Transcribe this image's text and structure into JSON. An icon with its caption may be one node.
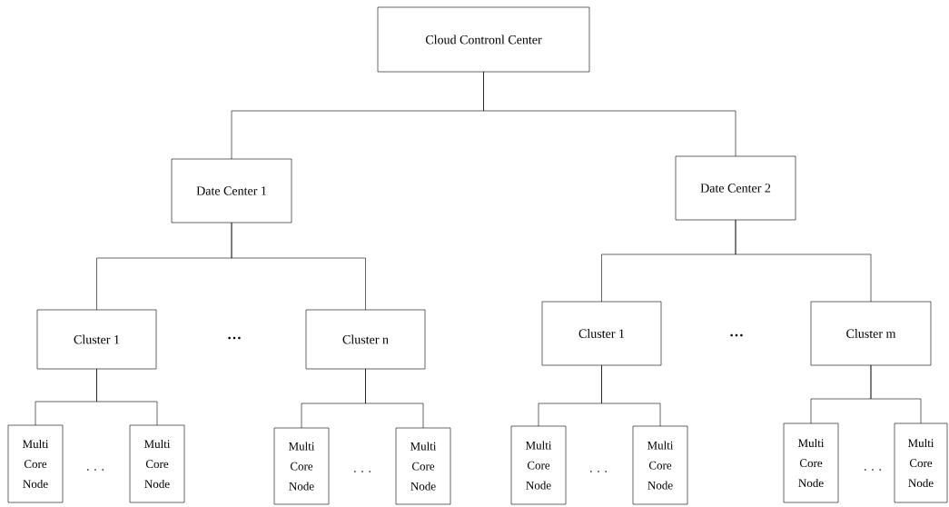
{
  "diagram": {
    "nodes": [
      {
        "text": [
          "Cloud Contronl Center"
        ]
      },
      {
        "text": [
          "Date Center 1"
        ]
      },
      {
        "text": [
          "Date Center 2"
        ]
      },
      {
        "text": [
          "Cluster 1"
        ]
      },
      {
        "text": [
          "Cluster n"
        ]
      },
      {
        "text": [
          "Cluster 1"
        ]
      },
      {
        "text": [
          "Cluster m"
        ]
      },
      {
        "text": [
          "Multi Core Node"
        ]
      },
      {
        "text": [
          "Multi Core Node"
        ]
      },
      {
        "text": [
          "Multi Core Node"
        ]
      },
      {
        "text": [
          "Multi Core Node"
        ]
      },
      {
        "text": [
          "Multi Core Node"
        ]
      },
      {
        "text": [
          "Multi Core Node"
        ]
      },
      {
        "text": [
          "Multi Core Node"
        ]
      },
      {
        "text": [
          "Multi Core Node"
        ]
      }
    ],
    "edges": [
      {
        "from": 0,
        "to": 1,
        "arrow": "none"
      },
      {
        "from": 0,
        "to": 2,
        "arrow": "none"
      },
      {
        "from": 1,
        "to": 3,
        "arrow": "none"
      },
      {
        "from": 1,
        "to": 4,
        "arrow": "none"
      },
      {
        "from": 2,
        "to": 5,
        "arrow": "none"
      },
      {
        "from": 2,
        "to": 6,
        "arrow": "none"
      },
      {
        "from": 3,
        "to": 7,
        "arrow": "none"
      },
      {
        "from": 3,
        "to": 8,
        "arrow": "none"
      },
      {
        "from": 4,
        "to": 9,
        "arrow": "none"
      },
      {
        "from": 4,
        "to": 10,
        "arrow": "none"
      },
      {
        "from": 5,
        "to": 11,
        "arrow": "none"
      },
      {
        "from": 5,
        "to": 12,
        "arrow": "none"
      },
      {
        "from": 6,
        "to": 13,
        "arrow": "none"
      },
      {
        "from": 6,
        "to": 14,
        "arrow": "none"
      }
    ],
    "labels": [
      "…",
      "…",
      ". . .",
      ". . .",
      ". . .",
      ". . ."
    ]
  }
}
